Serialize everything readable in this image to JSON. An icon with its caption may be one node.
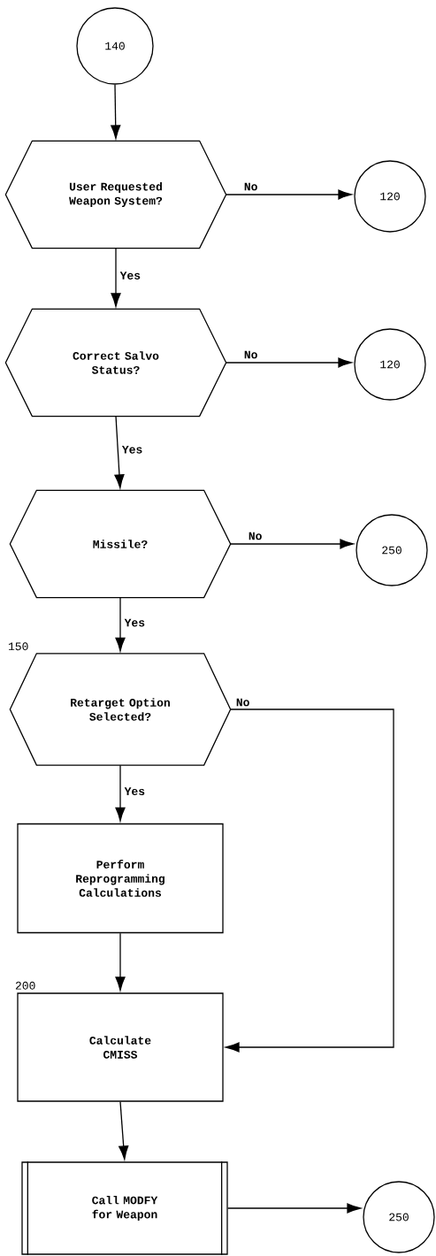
{
  "diagram": {
    "nodes": [
      {
        "text": [
          "140"
        ]
      },
      {
        "text": [
          "User Requested Weapon System?"
        ]
      },
      {
        "text": [
          "120"
        ]
      },
      {
        "text": [
          "Correct Salvo Status?"
        ]
      },
      {
        "text": [
          "120"
        ]
      },
      {
        "text": [
          "Missile?"
        ]
      },
      {
        "text": [
          "250"
        ]
      },
      {
        "text": [
          "Retarget Option Selected?"
        ],
        "beside": [
          "150"
        ]
      },
      {
        "text": [
          "Perform Reprogramming Calculations"
        ]
      },
      {
        "text": [
          "Calculate CMISS"
        ],
        "beside": [
          "200"
        ]
      },
      {
        "text": [
          "Call MODFY for Weapon"
        ]
      },
      {
        "text": [
          "250"
        ]
      }
    ],
    "edges": [
      {
        "from": 0,
        "to": 1,
        "arrow": "to"
      },
      {
        "from": 1,
        "to": 2,
        "arrow": "to",
        "label": "No"
      },
      {
        "from": 1,
        "to": 3,
        "arrow": "to",
        "label": "Yes"
      },
      {
        "from": 3,
        "to": 4,
        "arrow": "to",
        "label": "No"
      },
      {
        "from": 3,
        "to": 5,
        "arrow": "to",
        "label": "Yes"
      },
      {
        "from": 5,
        "to": 6,
        "arrow": "to",
        "label": "No"
      },
      {
        "from": 5,
        "to": 7,
        "arrow": "to",
        "label": "Yes"
      },
      {
        "from": 7,
        "to": 9,
        "arrow": "to",
        "label": "No"
      },
      {
        "from": 7,
        "to": 8,
        "arrow": "to",
        "label": "Yes"
      },
      {
        "from": 8,
        "to": 9,
        "arrow": "to"
      },
      {
        "from": 9,
        "to": 10,
        "arrow": "to"
      },
      {
        "from": 10,
        "to": 11,
        "arrow": "to"
      }
    ]
  }
}
